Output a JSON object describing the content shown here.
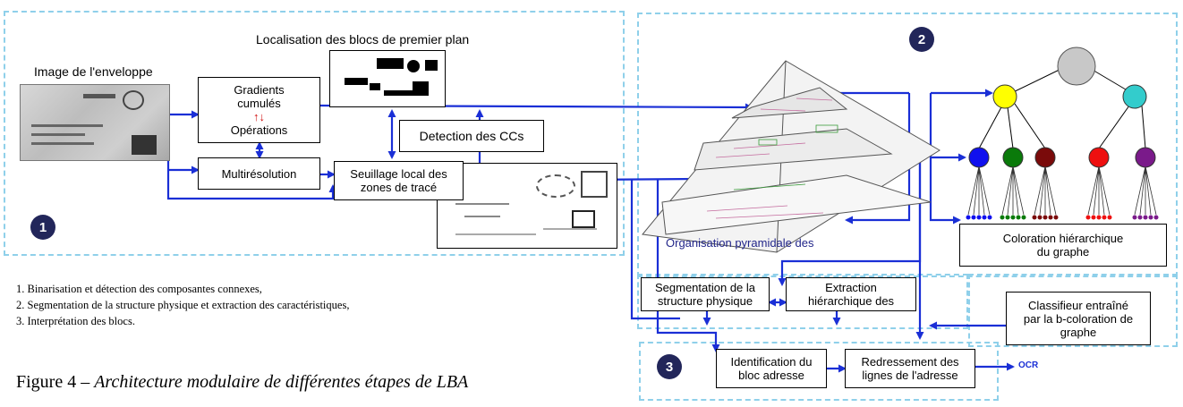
{
  "diagram": {
    "section_badges": [
      "1",
      "2",
      "3"
    ],
    "labels": {
      "image": "Image de l'enveloppe",
      "foreground": "Localisation des blocs de premier plan",
      "pyramid": "Organisation pyramidale des",
      "ocr": "OCR"
    },
    "boxes": {
      "gradients_line1": "Gradients",
      "gradients_line2": "cumulés",
      "arrows_glyph": "↑↓",
      "operations": "Opérations",
      "multires": "Multirésolution",
      "cc_detection": "Detection des CCs",
      "threshold_line1": "Seuillage local des",
      "threshold_line2": "zones de tracé",
      "segmentation_line1": "Segmentation de la",
      "segmentation_line2": "structure physique",
      "extraction_line1": "Extraction",
      "extraction_line2": "hiérarchique des",
      "coloration_line1": "Coloration hiérarchique",
      "coloration_line2": "du graphe",
      "classifier_line1": "Classifieur entraîné",
      "classifier_line2": "par la b-coloration de",
      "classifier_line3": "graphe",
      "identification_line1": "Identification du",
      "identification_line2": "bloc adresse",
      "straighten_line1": "Redressement des",
      "straighten_line2": "lignes de l'adresse"
    },
    "steps": [
      "1. Binarisation et détection des composantes connexes,",
      "2. Segmentation de la structure physique et extraction des caractéristiques,",
      "3. Interprétation des blocs."
    ],
    "caption_prefix": "Figure 4 – ",
    "caption_title": "Architecture modulaire de différentes  étapes de LBA",
    "colors": {
      "arrow": "#1a2fd6",
      "dashed": "#8fd0ea",
      "badge": "#22265a",
      "root_node": "#c8c8c8",
      "node_yellow": "#ffff00",
      "node_cyan": "#33cccc",
      "node_blue": "#1010ee",
      "node_green": "#0a7a0a",
      "node_darkred": "#7a0a0a",
      "node_red": "#ee1010",
      "node_purple": "#7a1a8a"
    }
  }
}
